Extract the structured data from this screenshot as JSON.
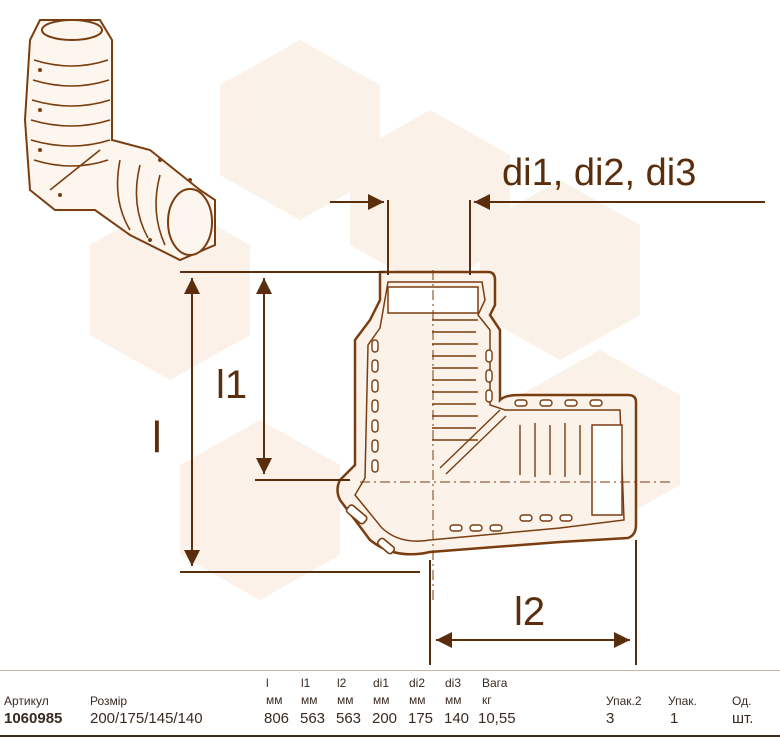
{
  "drawing": {
    "labels": {
      "l": "l",
      "l1": "l1",
      "l2": "l2",
      "diameters": "di1, di2, di3"
    },
    "colors": {
      "line": "#5a2e0c",
      "outline": "#7a3d10",
      "body_fill": "#fbf3ea",
      "watermark": "#f6e3d2"
    },
    "icons": [
      "elbow-fitting-3d-icon",
      "elbow-fitting-section"
    ]
  },
  "table": {
    "headers": {
      "article": "Артикул",
      "size": "Розмір",
      "l": "l",
      "l1": "l1",
      "l2": "l2",
      "di1": "di1",
      "di2": "di2",
      "di3": "di3",
      "weight": "Вага",
      "pack2": "Упак.2",
      "pack": "Упак.",
      "unit": "Од."
    },
    "units": {
      "mm": "мм",
      "kg": "кг"
    },
    "row": {
      "article": "1060985",
      "size": "200/175/145/140",
      "l": "806",
      "l1": "563",
      "l2": "563",
      "di1": "200",
      "di2": "175",
      "di3": "140",
      "weight": "10,55",
      "pack2": "3",
      "pack": "1",
      "unit": "шт."
    }
  }
}
